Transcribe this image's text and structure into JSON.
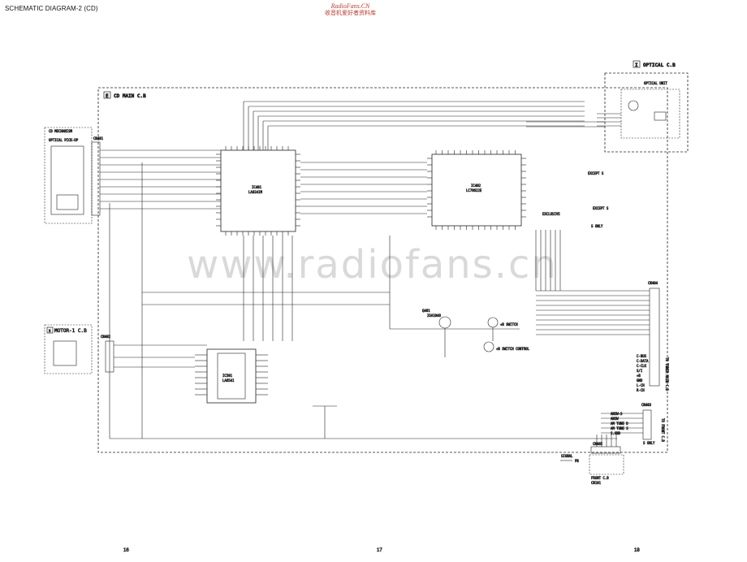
{
  "header": {
    "title": "SCHEMATIC DIAGRAM-2 (CD)"
  },
  "brand": {
    "site": "RadioFans.CN",
    "slogan": "收音机爱好者资料库"
  },
  "watermark": {
    "text": "www.radiofans.cn"
  },
  "boards": {
    "cd_main": {
      "letter": "E",
      "name": "CD MAIN C.B"
    },
    "optical": {
      "letter": "I",
      "name": "OPTICAL C.B"
    },
    "motor": {
      "letter": "H",
      "name": "MOTOR-1 C.B"
    },
    "front": {
      "name": "FRONT C.B"
    }
  },
  "components": {
    "ic401": {
      "ref": "IC401",
      "part": "LA9241M"
    },
    "ic402": {
      "ref": "IC402",
      "part": "LC78622E"
    },
    "ic501": {
      "ref": "IC501",
      "part": "LA6541"
    },
    "cd_mechanism": {
      "title": "CD MECHANISM",
      "sub": "OPTICAL PICK-UP"
    },
    "regulator": {
      "ref": "Q401",
      "part": "2SA1048"
    },
    "switch": {
      "label": "+B SWITCH"
    },
    "control": {
      "label": "+B SWITCH CONTROL"
    },
    "optical_unit": {
      "label": "OPTICAL UNIT"
    }
  },
  "notes": {
    "only_s": "S ONLY",
    "except_s": "EXCEPT S",
    "exclusive": "EXCLUSIVE",
    "signal": "SIGNAL",
    "pb": "PB"
  },
  "connectors": {
    "cn401": {
      "ref": "CN401"
    },
    "cn402": {
      "ref": "CN402"
    },
    "cn403": {
      "ref": "CN403"
    },
    "cn404": {
      "ref": "CN404"
    },
    "cn405": {
      "ref": "CN405"
    },
    "cn101": {
      "ref": "CN101"
    },
    "to_tuner": {
      "label": "TO TUNER MAIN C.B"
    },
    "to_front": {
      "label": "TO FRONT C.B"
    }
  },
  "right_pins": [
    "C-BUS",
    "C-DATA",
    "C-CLK",
    "S/I",
    "+B",
    "GND",
    "L-CH",
    "R-CH"
  ],
  "cn403_pins": [
    "ANSW-S",
    "ANSW",
    "AM TUNE D",
    "AM TUNE S",
    "S.GND"
  ],
  "page_numbers": [
    "16",
    "17",
    "18"
  ]
}
